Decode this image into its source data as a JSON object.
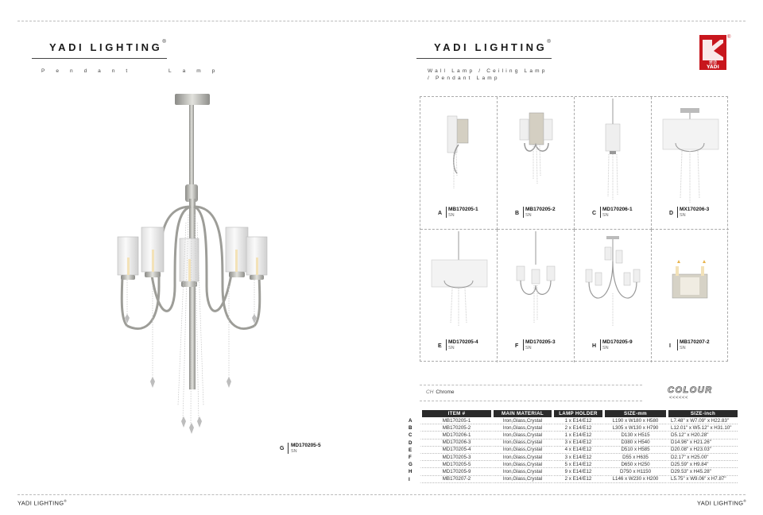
{
  "left_page": {
    "brand": "YADI LIGHTING",
    "brand_mark": "®",
    "subtitle": "Pendant Lamp",
    "main_product": {
      "letter": "G",
      "code": "MD170205-5",
      "finish": "SN"
    },
    "footer": "YADI LIGHTING",
    "footer_mark": "®"
  },
  "right_page": {
    "brand": "YADI LIGHTING",
    "brand_mark": "®",
    "subtitle_line1": "Wall Lamp / Ceiling Lamp",
    "subtitle_line2": "/ Pendant Lamp",
    "logo_text": "YADI",
    "logo_cn": "雅迪",
    "logo_mark": "®",
    "footer": "YADI LIGHTING",
    "footer_mark": "®",
    "products": [
      {
        "letter": "A",
        "code": "MB170205-1",
        "finish": "SN",
        "icon": "wall-lamp-single"
      },
      {
        "letter": "B",
        "code": "MB170205-2",
        "finish": "SN",
        "icon": "wall-lamp-double"
      },
      {
        "letter": "C",
        "code": "MD170206-1",
        "finish": "SN",
        "icon": "pendant-single"
      },
      {
        "letter": "D",
        "code": "MX170206-3",
        "finish": "SN",
        "icon": "ceiling-drum"
      },
      {
        "letter": "E",
        "code": "MD170205-4",
        "finish": "SN",
        "icon": "pendant-drum"
      },
      {
        "letter": "F",
        "code": "MD170205-3",
        "finish": "SN",
        "icon": "chandelier-3"
      },
      {
        "letter": "H",
        "code": "MD170205-9",
        "finish": "SN",
        "icon": "chandelier-9"
      },
      {
        "letter": "I",
        "code": "MB170207-2",
        "finish": "SN",
        "icon": "wall-lamp-candle"
      }
    ],
    "finish_swatch": {
      "code": "CH",
      "name": "Chrome"
    },
    "colour_title": "COLOUR",
    "colour_arrows": "<<<<<<",
    "spec_table": {
      "headers": [
        "ITEM #",
        "MAIN MATERIAL",
        "LAMP HOLDER",
        "SIZE-mm",
        "SIZE-inch"
      ],
      "rows": [
        {
          "letter": "A",
          "item": "MB170205-1",
          "material": "Iron,Glass,Crystal",
          "holder": "1 x E14/E12",
          "mm": "L190 x W180 x H580",
          "inch": "L7.48\" x W7.09\" x H22.83\""
        },
        {
          "letter": "B",
          "item": "MB170205-2",
          "material": "Iron,Glass,Crystal",
          "holder": "2 x E14/E12",
          "mm": "L305 x W130 x H790",
          "inch": "L12.01\" x W5.12\" x H31.10\""
        },
        {
          "letter": "C",
          "item": "MD170206-1",
          "material": "Iron,Glass,Crystal",
          "holder": "1 x E14/E12",
          "mm": "D130 x H515",
          "inch": "D5.12\" x H20.28\""
        },
        {
          "letter": "D",
          "item": "MD170206-3",
          "material": "Iron,Glass,Crystal",
          "holder": "3 x E14/E12",
          "mm": "D380 x H540",
          "inch": "D14.96\" x H21.26\""
        },
        {
          "letter": "E",
          "item": "MD170205-4",
          "material": "Iron,Glass,Crystal",
          "holder": "4 x E14/E12",
          "mm": "D510 x H585",
          "inch": "D20.08\" x H23.03\""
        },
        {
          "letter": "F",
          "item": "MD170205-3",
          "material": "Iron,Glass,Crystal",
          "holder": "3 x E14/E12",
          "mm": "D55 x H635",
          "inch": "D2.17\" x H25.00\""
        },
        {
          "letter": "G",
          "item": "MD170205-5",
          "material": "Iron,Glass,Crystal",
          "holder": "5 x E14/E12",
          "mm": "D650 x H250",
          "inch": "D25.59\" x H9.84\""
        },
        {
          "letter": "H",
          "item": "MD170205-9",
          "material": "Iron,Glass,Crystal",
          "holder": "9 x E14/E12",
          "mm": "D750 x H1150",
          "inch": "D29.53\" x H45.28\""
        },
        {
          "letter": "I",
          "item": "MB170207-2",
          "material": "Iron,Glass,Crystal",
          "holder": "2 x E14/E12",
          "mm": "L146 x W230 x H200",
          "inch": "L5.75\" x W9.06\" x H7.87\""
        }
      ]
    }
  }
}
